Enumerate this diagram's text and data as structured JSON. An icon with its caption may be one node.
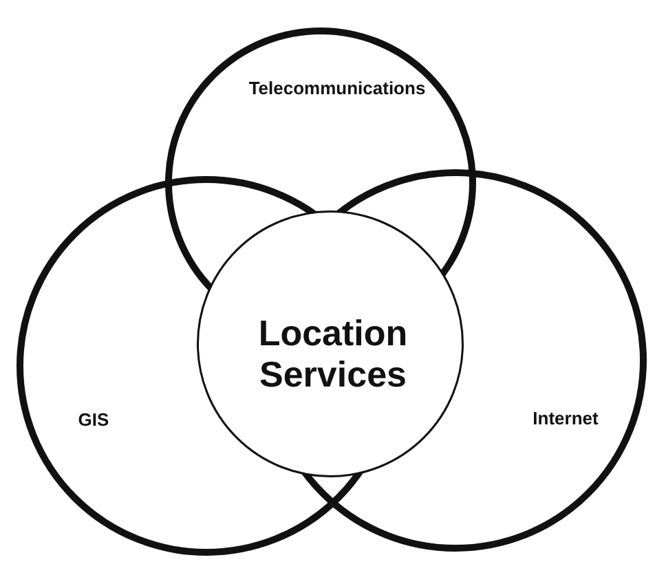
{
  "diagram": {
    "nodes": [
      {
        "text": [
          "Telecommunications"
        ]
      },
      {
        "text": [
          "GIS"
        ]
      },
      {
        "text": [
          "Internet"
        ]
      },
      {
        "text": [
          "Location Services"
        ]
      }
    ]
  }
}
